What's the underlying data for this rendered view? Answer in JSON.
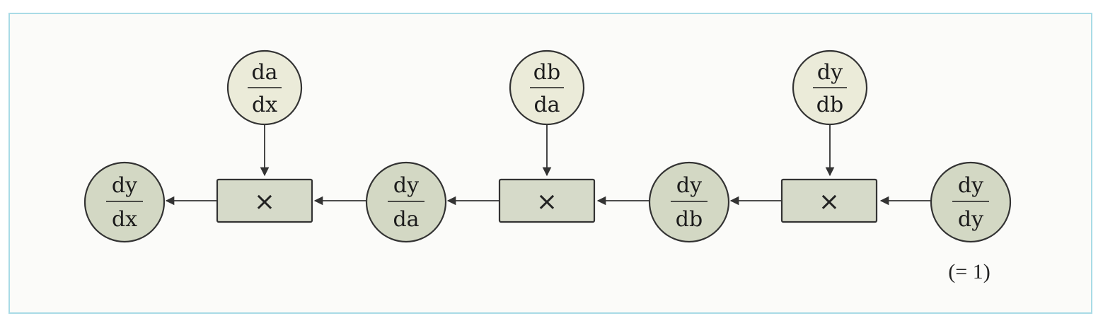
{
  "colors": {
    "frame_border": "#a9dbe6",
    "light_node": "#ebebd9",
    "dark_node": "#d3d8c4",
    "op_box": "#d6dac9",
    "stroke": "#333333"
  },
  "diagram": {
    "top_nodes": [
      {
        "id": "da-dx",
        "num": "da",
        "den": "dx"
      },
      {
        "id": "db-da",
        "num": "db",
        "den": "da"
      },
      {
        "id": "dy-db-top",
        "num": "dy",
        "den": "db"
      }
    ],
    "chain_nodes": [
      {
        "id": "dy-dx",
        "num": "dy",
        "den": "dx"
      },
      {
        "id": "dy-da",
        "num": "dy",
        "den": "da"
      },
      {
        "id": "dy-db",
        "num": "dy",
        "den": "db"
      },
      {
        "id": "dy-dy",
        "num": "dy",
        "den": "dy"
      }
    ],
    "operators": [
      {
        "id": "mult-1",
        "symbol": "×"
      },
      {
        "id": "mult-2",
        "symbol": "×"
      },
      {
        "id": "mult-3",
        "symbol": "×"
      }
    ],
    "note": "(= 1)"
  }
}
